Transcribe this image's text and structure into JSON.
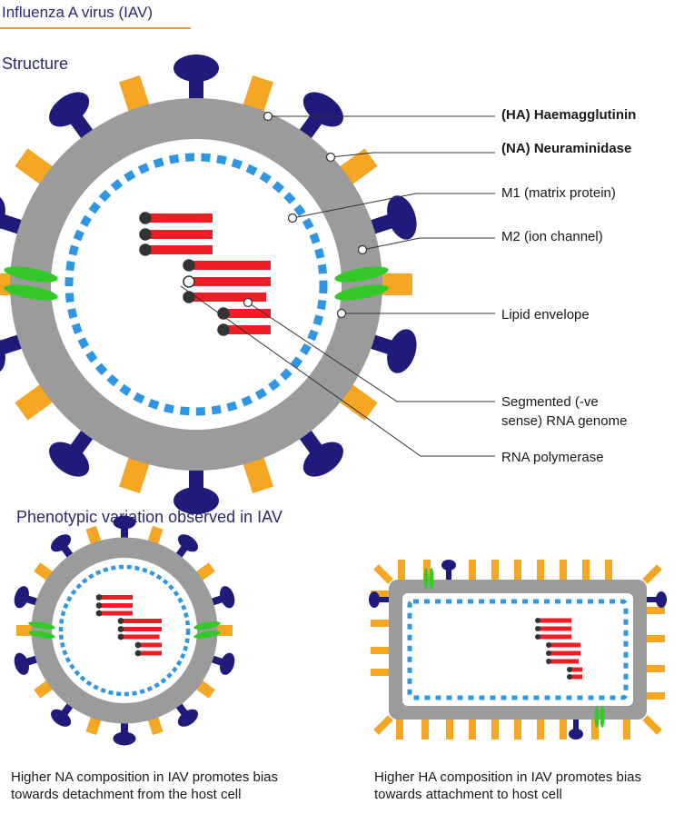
{
  "page_title": "Influenza A virus (IAV)",
  "structure_heading": "Structure",
  "labels": {
    "ha": "(HA) Haemagglutinin",
    "na": "(NA) Neuraminidase",
    "m1": "M1 (matrix protein)",
    "m2": "M2 (ion channel)",
    "lipid": "Lipid envelope",
    "rna_genome_line1": "Segmented (-ve",
    "rna_genome_line2": "sense) RNA genome",
    "polymerase": "RNA polymerase"
  },
  "variation_heading": "Phenotypic variation observed in IAV",
  "captions": {
    "na_bias": "Higher NA composition in IAV promotes bias towards detachment from the host cell",
    "ha_bias": "Higher HA composition in IAV promotes bias towards attachment to host cell"
  },
  "colors": {
    "title": "#2d2a6b",
    "accent_rule": "#f59a23",
    "haemagglutinin": "#f5a623",
    "neuraminidase": "#1e1b7a",
    "m2": "#35c82a",
    "lipid_envelope": "#9b9b9b",
    "m1_matrix": "#2f96e3",
    "rna": "#ee1c24",
    "polymerase": "#333333"
  }
}
